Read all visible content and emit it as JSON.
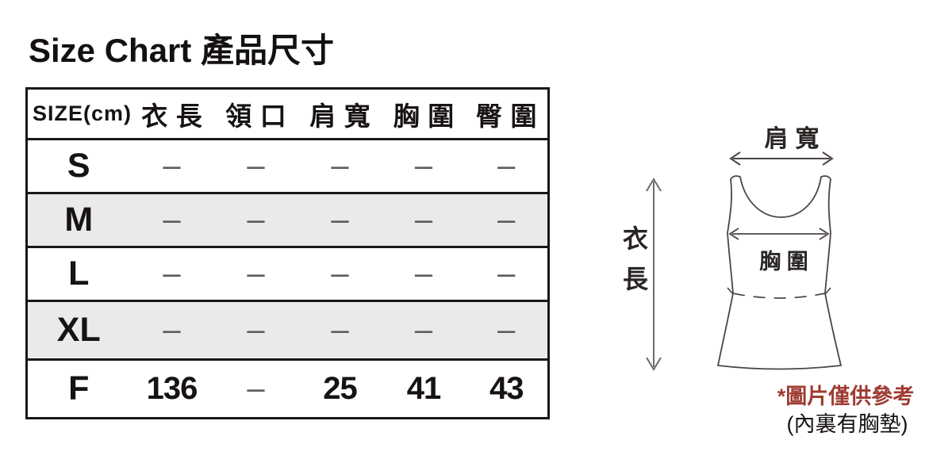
{
  "page": {
    "title": "Size Chart 產品尺寸"
  },
  "table": {
    "header": [
      "SIZE(cm)",
      "衣長",
      "領口",
      "肩寬",
      "胸圍",
      "臀圍"
    ],
    "rows": [
      {
        "label": "S",
        "cells": [
          "–",
          "–",
          "–",
          "–",
          "–"
        ],
        "shaded": false
      },
      {
        "label": "M",
        "cells": [
          "–",
          "–",
          "–",
          "–",
          "–"
        ],
        "shaded": true
      },
      {
        "label": "L",
        "cells": [
          "–",
          "–",
          "–",
          "–",
          "–"
        ],
        "shaded": false
      },
      {
        "label": "XL",
        "cells": [
          "–",
          "–",
          "–",
          "–",
          "–"
        ],
        "shaded": true
      },
      {
        "label": "F",
        "cells": [
          "136",
          "–",
          "25",
          "41",
          "43"
        ],
        "shaded": false
      }
    ]
  },
  "diagram": {
    "shoulder_label": "肩寬",
    "length_label": "衣長",
    "chest_label": "胸圍",
    "note_red": "*圖片僅供參考",
    "note_black": "(內裏有胸墊)"
  },
  "colors": {
    "ink": "#1b1716",
    "row_shade": "#eaeaea",
    "muted_dash": "#5d5d5d",
    "outline": "#4b4544",
    "long_arrow": "#6f6c6b",
    "note_red": "#9e3b32"
  }
}
